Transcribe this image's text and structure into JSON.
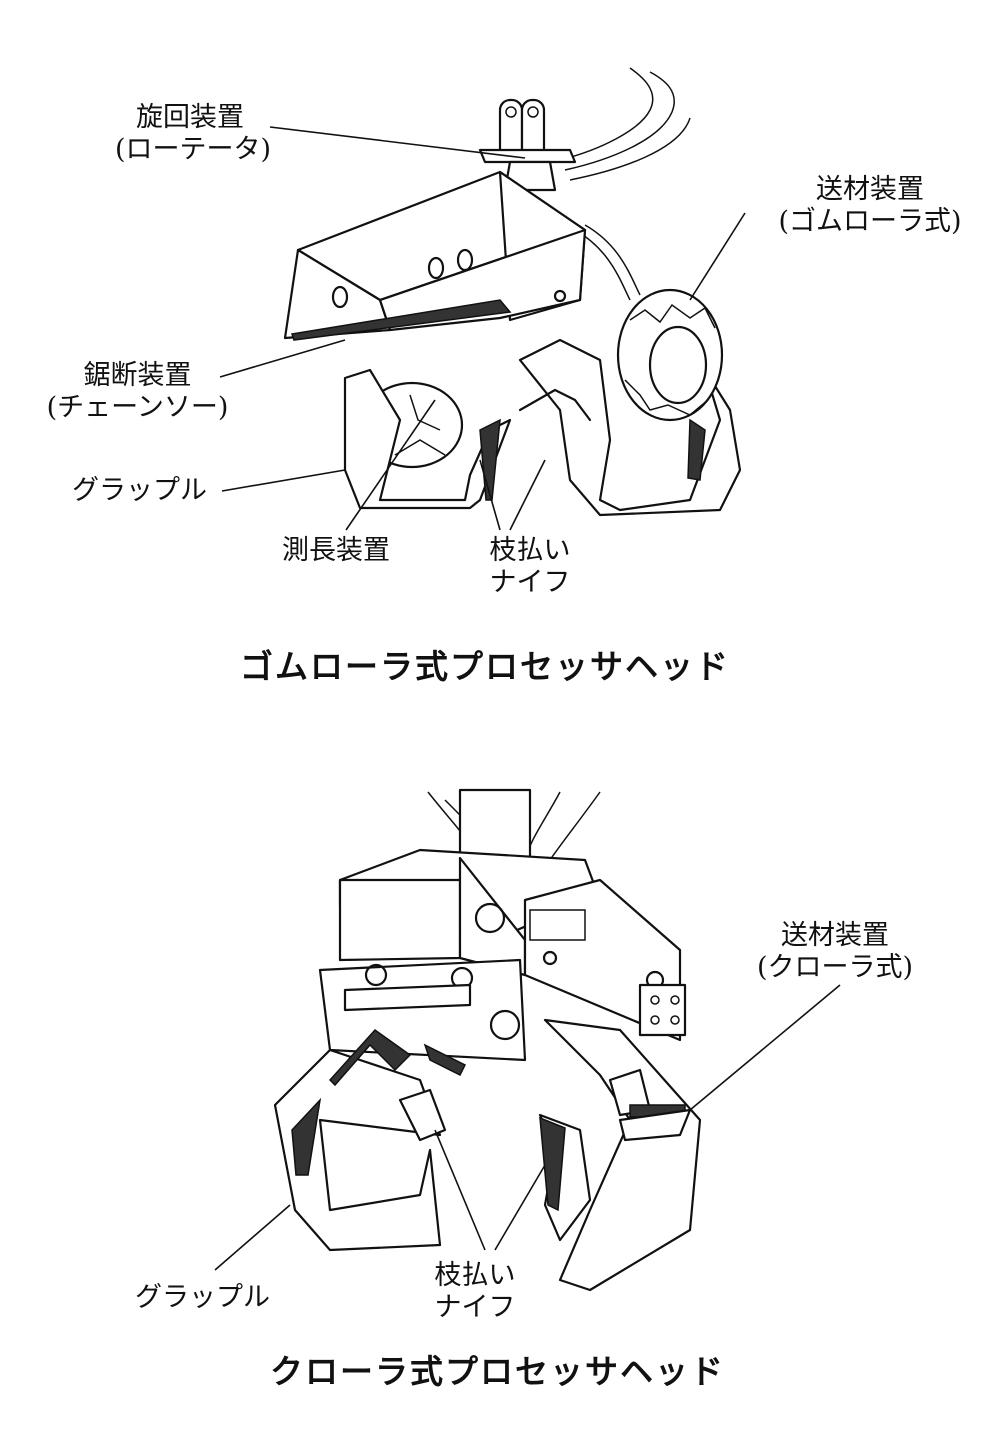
{
  "figure1": {
    "title": "ゴムローラ式プロセッサヘッド",
    "labels": {
      "rotator": [
        "旋回装置",
        "(ローテータ)"
      ],
      "feed": [
        "送材装置",
        "(ゴムローラ式)"
      ],
      "saw": [
        "鋸断装置",
        "(チェーンソー)"
      ],
      "grapple": "グラップル",
      "measure": "測長装置",
      "knife": [
        "枝払い",
        "ナイフ"
      ]
    }
  },
  "figure2": {
    "title": "クローラ式プロセッサヘッド",
    "labels": {
      "feed": [
        "送材装置",
        "(クローラ式)"
      ],
      "grapple": "グラップル",
      "knife": [
        "枝払い",
        "ナイフ"
      ]
    }
  }
}
